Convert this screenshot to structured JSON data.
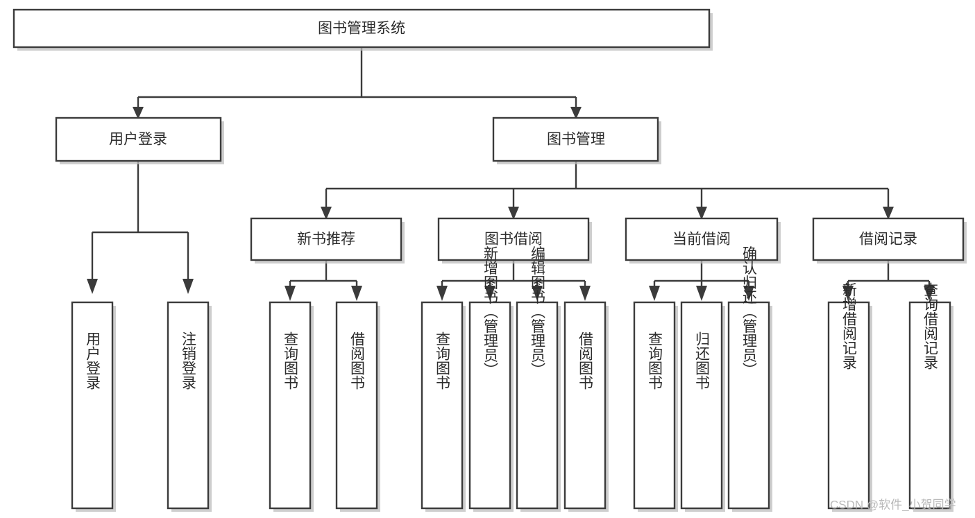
{
  "diagram": {
    "kind": "hierarchy-tree",
    "title_node": {
      "id": "root",
      "label": "图书管理系统"
    },
    "colors": {
      "background": "#ffffff",
      "box_fill": "#ffffff",
      "box_stroke": "#3b3b3b",
      "box_shadow": "#bdbdbd",
      "connector": "#3b3b3b",
      "text": "#2b2b2b",
      "watermark": "#b9b9b9"
    },
    "levels": {
      "level1": [
        {
          "id": "root",
          "label": "图书管理系统"
        }
      ],
      "level2": [
        {
          "id": "user-login",
          "label": "用户登录"
        },
        {
          "id": "book-manage",
          "label": "图书管理"
        }
      ],
      "level3": [
        {
          "id": "new-book-rec",
          "label": "新书推荐",
          "parent": "book-manage"
        },
        {
          "id": "book-borrow",
          "label": "图书借阅",
          "parent": "book-manage"
        },
        {
          "id": "current-borrow",
          "label": "当前借阅",
          "parent": "book-manage"
        },
        {
          "id": "borrow-record",
          "label": "借阅记录",
          "parent": "book-manage"
        }
      ],
      "leaves": [
        {
          "id": "leaf-user-login",
          "label": "用户登录",
          "parent": "user-login"
        },
        {
          "id": "leaf-logout-login",
          "label": "注销登录",
          "parent": "user-login"
        },
        {
          "id": "leaf-query-book-1",
          "label": "查询图书",
          "parent": "new-book-rec"
        },
        {
          "id": "leaf-borrow-book-1",
          "label": "借阅图书",
          "parent": "new-book-rec"
        },
        {
          "id": "leaf-query-book-2",
          "label": "查询图书",
          "parent": "book-borrow"
        },
        {
          "id": "leaf-add-book",
          "label": "新增图书（管理员）",
          "parent": "book-borrow"
        },
        {
          "id": "leaf-edit-book",
          "label": "编辑图书（管理员）",
          "parent": "book-borrow"
        },
        {
          "id": "leaf-borrow-book-2",
          "label": "借阅图书",
          "parent": "book-borrow"
        },
        {
          "id": "leaf-query-book-3",
          "label": "查询图书",
          "parent": "current-borrow"
        },
        {
          "id": "leaf-return-book",
          "label": "归还图书",
          "parent": "current-borrow"
        },
        {
          "id": "leaf-confirm-return",
          "label": "确认归还（管理员）",
          "parent": "current-borrow"
        },
        {
          "id": "leaf-add-record",
          "label": "新增借阅记录",
          "parent": "borrow-record"
        },
        {
          "id": "leaf-query-record",
          "label": "查询借阅记录",
          "parent": "borrow-record"
        }
      ]
    }
  },
  "watermark": {
    "text": "CSDN @软件_小贺同学"
  }
}
